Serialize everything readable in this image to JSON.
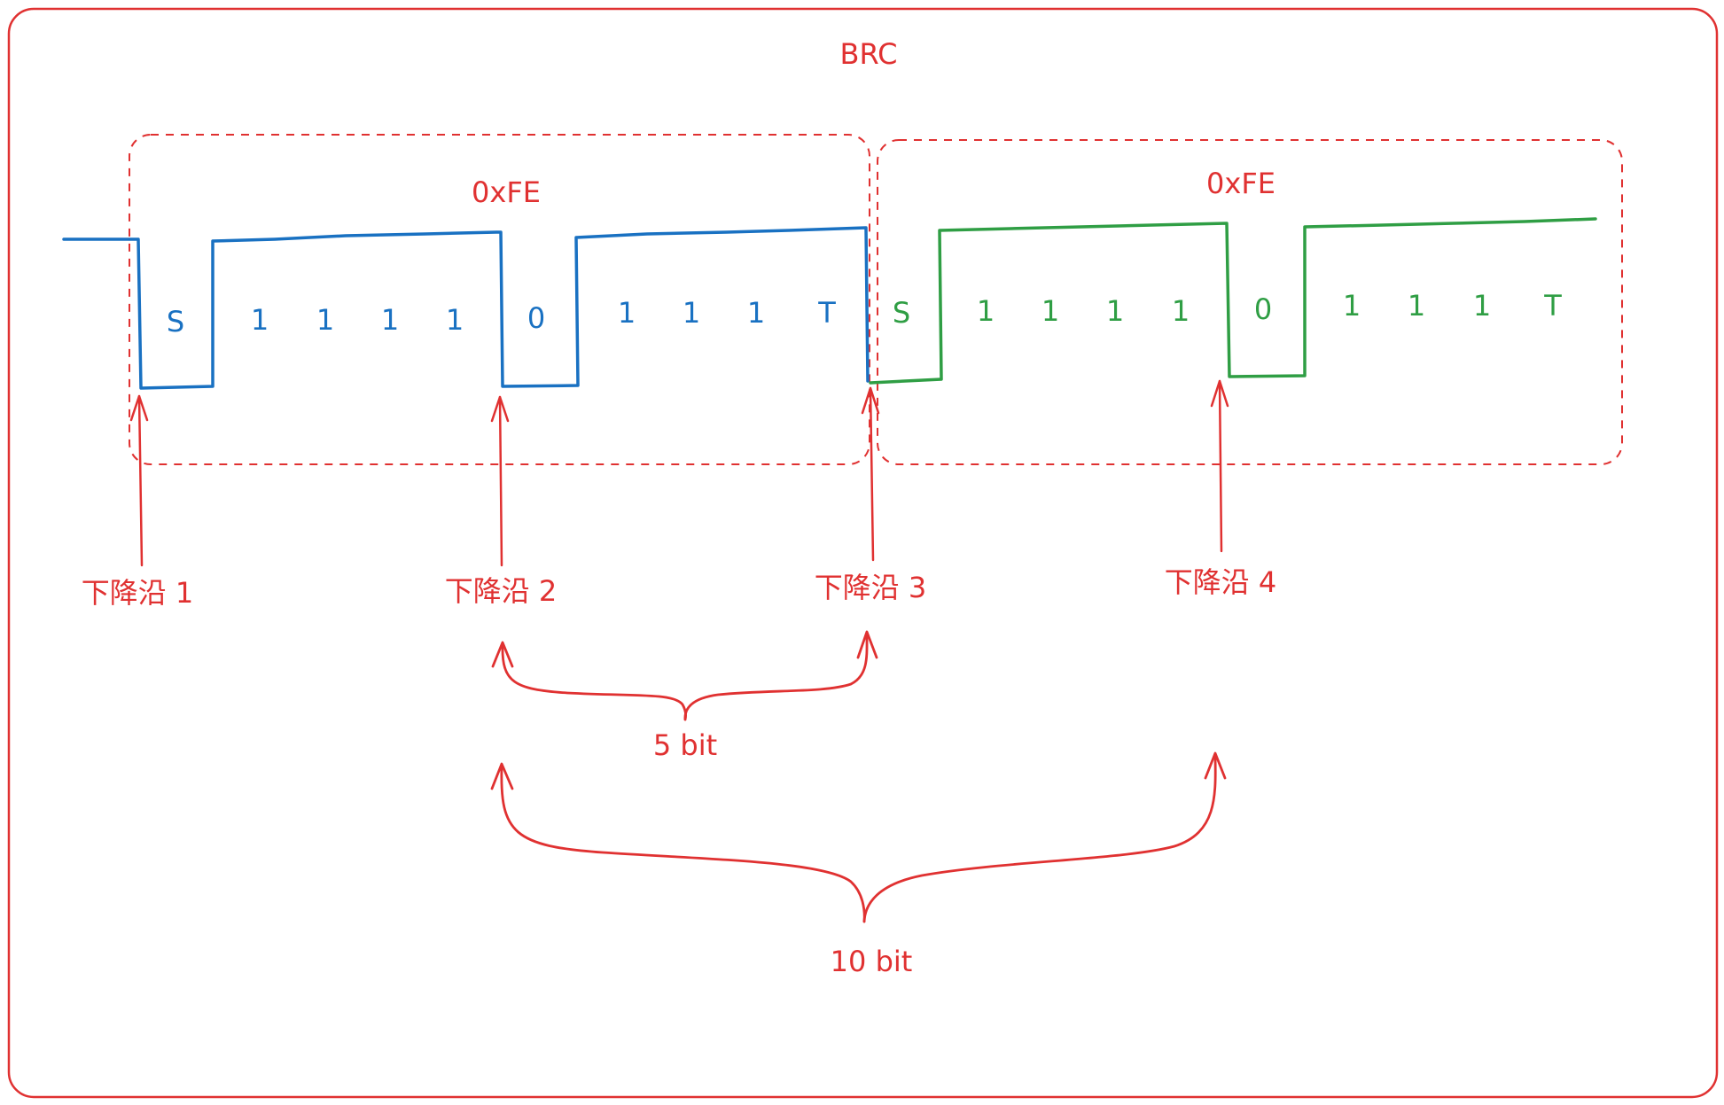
{
  "title": "BRC",
  "colors": {
    "annotation": "#e03131",
    "frame1": "#1971c2",
    "frame2": "#2f9e44"
  },
  "frames": [
    {
      "hex_label": "0xFE",
      "bits": [
        "S",
        "1",
        "1",
        "1",
        "1",
        "0",
        "1",
        "1",
        "1",
        "T"
      ]
    },
    {
      "hex_label": "0xFE",
      "bits": [
        "S",
        "1",
        "1",
        "1",
        "1",
        "0",
        "1",
        "1",
        "1",
        "T"
      ]
    }
  ],
  "falling_edges": [
    {
      "label": "下降沿 1"
    },
    {
      "label": "下降沿 2"
    },
    {
      "label": "下降沿 3"
    },
    {
      "label": "下降沿 4"
    }
  ],
  "spans": [
    {
      "label": "5 bit"
    },
    {
      "label": "10 bit"
    }
  ]
}
